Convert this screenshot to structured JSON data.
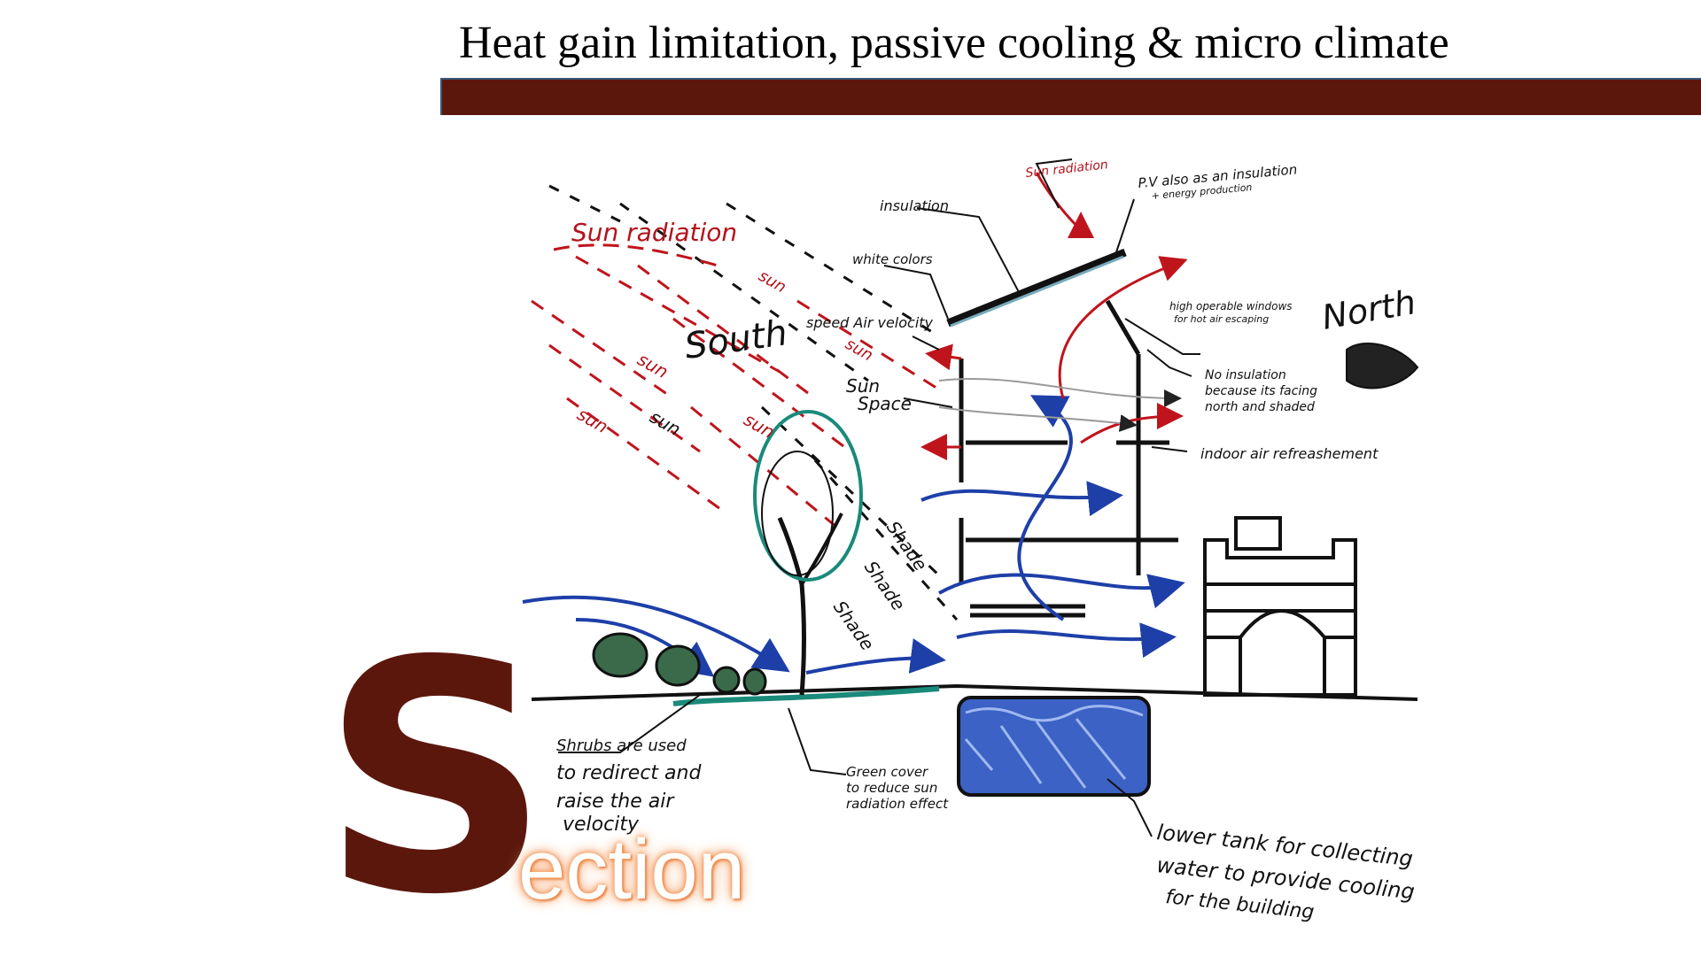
{
  "slide": {
    "title": "Heat gain limitation, passive cooling & micro climate",
    "big_letter": "S",
    "big_letter_rest": "ection"
  },
  "colors": {
    "title_bar": "#5c170d",
    "sun_rays": "#c0141c",
    "air_flow": "#1e3fa8",
    "vegetation": "#1a8a7a",
    "accent_glow": "#f0823c"
  },
  "labels": {
    "sun_radiation_top": "Sun radiation",
    "sun_radiation_roof": "Sun radiation",
    "pv": "P.V also as an insulation",
    "pv_sub": "+ energy production",
    "insulation": "insulation",
    "white_colors": "white colors",
    "speed_air": "speed Air velocity",
    "sun_space_1": "Sun",
    "sun_space_2": "Space",
    "high_windows_1": "high operable windows",
    "high_windows_2": "for hot air escaping",
    "north": "North",
    "south": "South",
    "no_insulation_1": "No insulation",
    "no_insulation_2": "because its facing",
    "no_insulation_3": "north and shaded",
    "indoor_air": "indoor air refreashement",
    "sun": "sun",
    "shade": "Shade",
    "shrubs_1": "Shrubs are used",
    "shrubs_2": "to redirect and",
    "shrubs_3": "raise the air",
    "shrubs_4": "velocity",
    "green_1": "Green cover",
    "green_2": "to reduce sun",
    "green_3": "radiation effect",
    "tank_1": "lower tank for collecting",
    "tank_2": "water to provide cooling",
    "tank_3": "for the building"
  }
}
